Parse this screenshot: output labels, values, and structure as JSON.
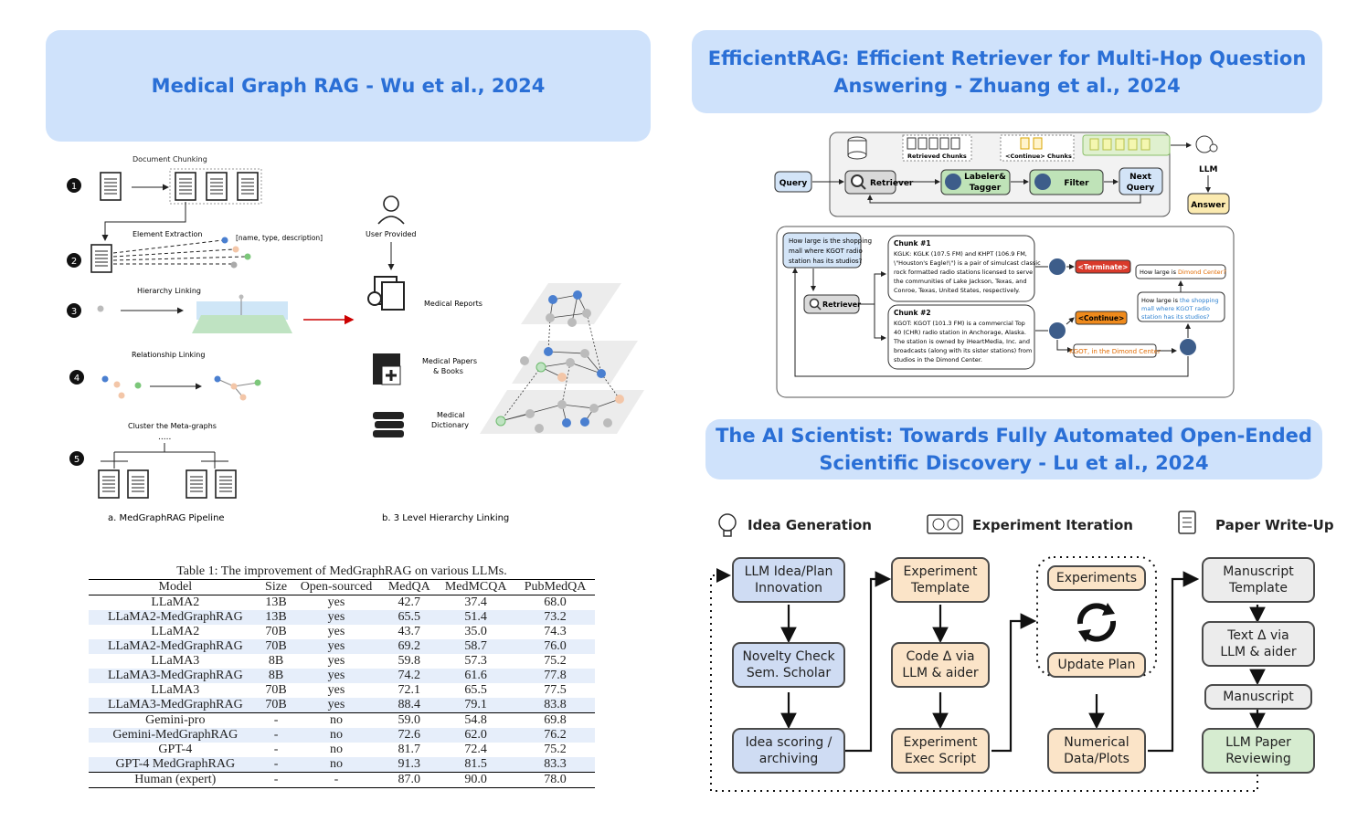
{
  "banners": {
    "medgraph": "Medical Graph RAG - Wu et al., 2024",
    "efficient_line1": "EfficientRAG: Efficient Retriever for Multi-Hop Question",
    "efficient_line2": "Answering - Zhuang et al., 2024",
    "scientist_line1": "The AI Scientist: Towards Fully Automated Open-Ended",
    "scientist_line2": "Scientific Discovery - Lu et al., 2024"
  },
  "medgraph_figure": {
    "steps": [
      "1",
      "2",
      "3",
      "4",
      "5"
    ],
    "document_chunking": "Document Chunking",
    "element_extraction": "Element Extraction",
    "element_fields": "[name, type, description]",
    "hierarchy_linking": "Hierarchy Linking",
    "relationship_linking": "Relationship Linking",
    "cluster": "Cluster the Meta-graphs",
    "dots": ".....",
    "user_provided": "User Provided",
    "medical_reports": "Medical Reports",
    "medical_papers_1": "Medical Papers",
    "medical_papers_2": "& Books",
    "medical_dictionary_1": "Medical",
    "medical_dictionary_2": "Dictionary",
    "caption_a": "a. MedGraphRAG Pipeline",
    "caption_b": "b. 3 Level Hierarchy Linking"
  },
  "table": {
    "caption": "Table 1: The improvement of MedGraphRAG on various LLMs.",
    "headers": [
      "Model",
      "Size",
      "Open-sourced",
      "MedQA",
      "MedMCQA",
      "PubMedQA"
    ],
    "rows": [
      [
        "LLaMA2",
        "13B",
        "yes",
        "42.7",
        "37.4",
        "68.0"
      ],
      [
        "LLaMA2-MedGraphRAG",
        "13B",
        "yes",
        "65.5",
        "51.4",
        "73.2"
      ],
      [
        "LLaMA2",
        "70B",
        "yes",
        "43.7",
        "35.0",
        "74.3"
      ],
      [
        "LLaMA2-MedGraphRAG",
        "70B",
        "yes",
        "69.2",
        "58.7",
        "76.0"
      ],
      [
        "LLaMA3",
        "8B",
        "yes",
        "59.8",
        "57.3",
        "75.2"
      ],
      [
        "LLaMA3-MedGraphRAG",
        "8B",
        "yes",
        "74.2",
        "61.6",
        "77.8"
      ],
      [
        "LLaMA3",
        "70B",
        "yes",
        "72.1",
        "65.5",
        "77.5"
      ],
      [
        "LLaMA3-MedGraphRAG",
        "70B",
        "yes",
        "88.4",
        "79.1",
        "83.8"
      ],
      [
        "Gemini-pro",
        "-",
        "no",
        "59.0",
        "54.8",
        "69.8"
      ],
      [
        "Gemini-MedGraphRAG",
        "-",
        "no",
        "72.6",
        "62.0",
        "76.2"
      ],
      [
        "GPT-4",
        "-",
        "no",
        "81.7",
        "72.4",
        "75.2"
      ],
      [
        "GPT-4 MedGraphRAG",
        "-",
        "no",
        "91.3",
        "81.5",
        "83.3"
      ],
      [
        "Human (expert)",
        "-",
        "-",
        "87.0",
        "90.0",
        "78.0"
      ]
    ]
  },
  "efficientrag": {
    "query": "Query",
    "retriever": "Retriever",
    "labeler_1": "Labeler&",
    "labeler_2": "Tagger",
    "filter": "Filter",
    "next_1": "Next",
    "next_2": "Query",
    "retrieved_chunks": "Retrieved Chunks",
    "continue_chunks": "<Continue> Chunks",
    "llm": "LLM",
    "answer": "Answer",
    "question_lines": [
      "How large is the shopping",
      "mall where KGOT radio",
      "station has its studios?"
    ],
    "retriever2": "Retriever",
    "chunk1_title": "Chunk #1",
    "chunk1_lines": [
      "KGLK: KGLK (107.5 FM) and KHPT (106.9 FM,",
      "\\\"Houston's Eagle!\\\") is a pair of simulcast classic",
      "rock formatted radio stations licensed to serve",
      "the communities of Lake Jackson, Texas, and",
      "Conroe, Texas, United States, respectively."
    ],
    "chunk2_title": "Chunk #2",
    "chunk2_lines": [
      "KGOT: KGOT (101.3 FM) is a commercial Top",
      "40 (CHR) radio station in Anchorage, Alaska.",
      "The station is owned by iHeartMedia, Inc. and",
      "broadcasts (along with its sister stations) from",
      "studios in the Dimond Center."
    ],
    "terminate": "<Terminate>",
    "continue": "<Continue>",
    "kgot_dimond": "KGOT, in the Dimond Center",
    "q_dimond_prefix": "How large is ",
    "q_dimond_hl": "Dimond Center?",
    "q2_prefix": "How large is ",
    "q2_hl_1": "the shopping",
    "q2_hl_2": "mall where KGOT radio",
    "q2_hl_3": "station has its studios?"
  },
  "scientist": {
    "stage_idea": "Idea Generation",
    "stage_experiment": "Experiment Iteration",
    "stage_paper": "Paper Write-Up",
    "boxes": {
      "idea": [
        "LLM Idea/Plan",
        "Innovation"
      ],
      "novelty": [
        "Novelty Check",
        "Sem. Scholar"
      ],
      "scoring": [
        "Idea scoring /",
        "archiving"
      ],
      "template": [
        "Experiment",
        "Template"
      ],
      "code": [
        "Code Δ via",
        "LLM & aider"
      ],
      "exec": [
        "Experiment",
        "Exec Script"
      ],
      "experiments": [
        "Experiments"
      ],
      "update": [
        "Update Plan"
      ],
      "numerical": [
        "Numerical",
        "Data/Plots"
      ],
      "manuscript_template": [
        "Manuscript",
        "Template"
      ],
      "text_delta": [
        "Text Δ via",
        "LLM & aider"
      ],
      "manuscript": [
        "Manuscript"
      ],
      "reviewing": [
        "LLM Paper",
        "Reviewing"
      ]
    }
  }
}
